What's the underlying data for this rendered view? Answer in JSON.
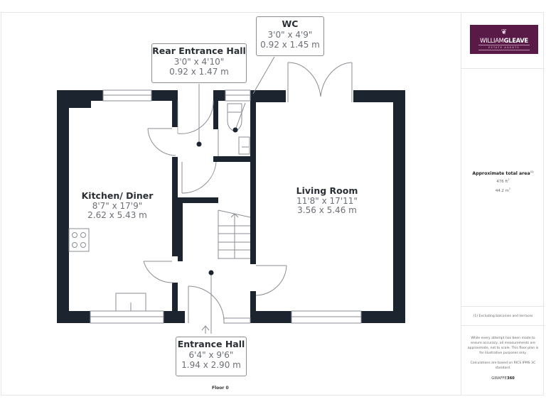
{
  "floor_label": "Floor 0",
  "colors": {
    "wall": "#1c2430",
    "brand": "#5a1a48",
    "line": "#8a8e93"
  },
  "rooms": [
    {
      "name": "Kitchen/ Diner",
      "imperial": "8'7\" x 17'9\"",
      "metric": "2.62 x 5.43 m"
    },
    {
      "name": "Living Room",
      "imperial": "11'8\" x 17'11\"",
      "metric": "3.56 x 5.46 m"
    },
    {
      "name": "Rear Entrance Hall",
      "imperial": "3'0\" x 4'10\"",
      "metric": "0.92 x 1.47 m"
    },
    {
      "name": "WC",
      "imperial": "3'0\" x 4'9\"",
      "metric": "0.92 x 1.45 m"
    },
    {
      "name": "Entrance Hall",
      "imperial": "6'4\" x 9'6\"",
      "metric": "1.94 x 2.90 m"
    }
  ],
  "sidebar": {
    "logo": {
      "mark": "❦",
      "name_light": "WILLIAM",
      "name_bold": "GLEAVE",
      "tagline": "ESTATE AGENTS"
    },
    "area": {
      "title": "Approximate total area",
      "footnote_marker": "(1)",
      "imperial": "476 ft",
      "metric": "44.2 m",
      "unit_sup": "2"
    },
    "footnote": "(1) Excluding balconies and terraces",
    "disclaimer": "While every attempt has been made to ensure accuracy, all measurements are approximate, not to scale. This floor plan is for illustrative purposes only.",
    "calculations": "Calculations are based on RICS IPMS 3C standard.",
    "brand_light": "GIRAFFE",
    "brand_bold": "360"
  }
}
